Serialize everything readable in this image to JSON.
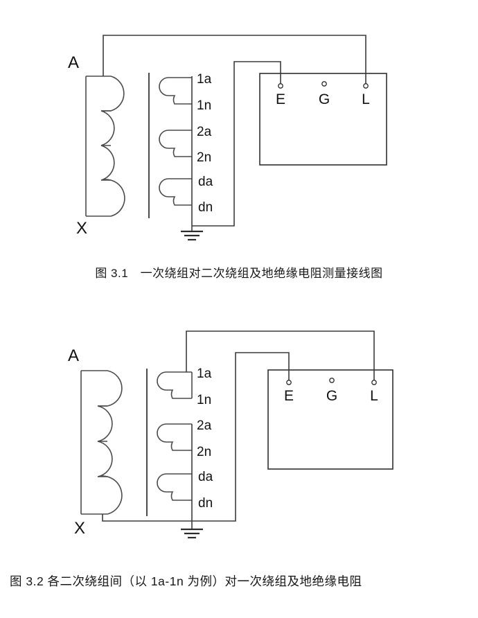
{
  "document": {
    "title": "绝缘电阻测量接线图",
    "background_color": "#ffffff",
    "line_color": "#3a3a3a",
    "text_color": "#111111"
  },
  "figures": [
    {
      "id": "figure-1",
      "caption": "图 3.1　一次绕组对二次绕组及地绝缘电阻测量接线图",
      "transformer": {
        "primary_top_label": "A",
        "primary_bottom_label": "X",
        "primary_coil_count": 4,
        "secondary_terminals": [
          "1a",
          "1n",
          "2a",
          "2n",
          "da",
          "dn"
        ],
        "secondary_coil_groups": 3
      },
      "meter": {
        "terminals": [
          {
            "label": "E",
            "connected": true
          },
          {
            "label": "G",
            "connected": false
          },
          {
            "label": "L",
            "connected": true
          }
        ]
      },
      "connections": [
        {
          "from": "A",
          "to": "L"
        },
        {
          "from": "secondary-bus",
          "to": "E"
        },
        {
          "from": "secondary-bus",
          "to": "ground"
        }
      ],
      "ground_symbol": true
    },
    {
      "id": "figure-2",
      "caption": "图 3.2 各二次绕组间（以 1a-1n 为例）对一次绕组及地绝缘电阻",
      "transformer": {
        "primary_top_label": "A",
        "primary_bottom_label": "X",
        "primary_coil_count": 4,
        "secondary_terminals": [
          "1a",
          "1n",
          "2a",
          "2n",
          "da",
          "dn"
        ],
        "secondary_coil_groups": 3
      },
      "meter": {
        "terminals": [
          {
            "label": "E",
            "connected": true
          },
          {
            "label": "G",
            "connected": false
          },
          {
            "label": "L",
            "connected": true
          }
        ]
      },
      "connections": [
        {
          "from": "1a",
          "to": "L"
        },
        {
          "from": "X",
          "to": "E"
        },
        {
          "from": "secondary-bus-2a-dn",
          "to": "ground"
        }
      ],
      "ground_symbol": true
    }
  ]
}
